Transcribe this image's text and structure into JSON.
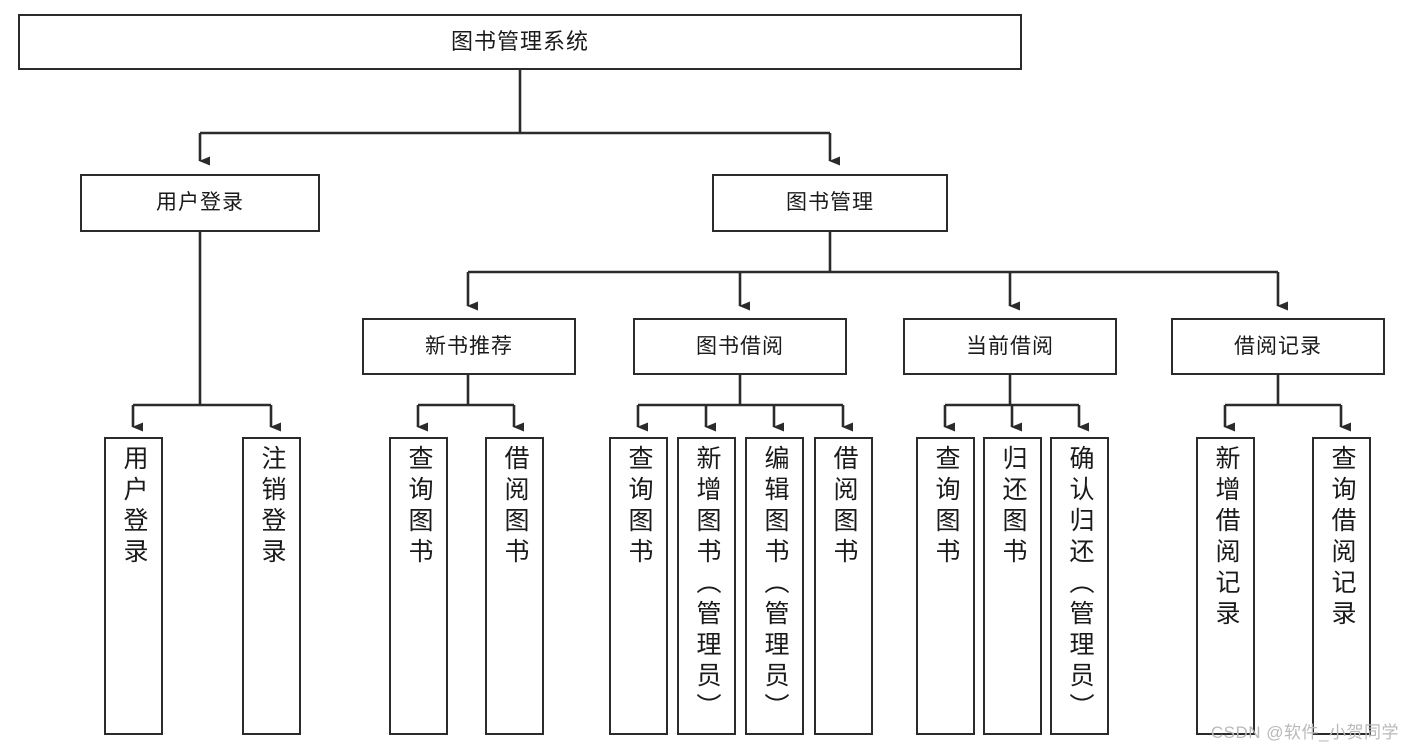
{
  "diagram": {
    "type": "tree-hierarchy-chart",
    "title": "图书管理系统",
    "root": {
      "id": "root",
      "label": "图书管理系统"
    },
    "level2": [
      {
        "id": "user-login",
        "label": "用户登录"
      },
      {
        "id": "book-manage",
        "label": "图书管理"
      }
    ],
    "level3": [
      {
        "id": "new-book-recommend",
        "label": "新书推荐"
      },
      {
        "id": "book-borrow",
        "label": "图书借阅"
      },
      {
        "id": "current-borrow",
        "label": "当前借阅"
      },
      {
        "id": "borrow-record",
        "label": "借阅记录"
      }
    ],
    "leaves": {
      "user_login": [
        {
          "id": "leaf-user-login",
          "label": "用户登录"
        },
        {
          "id": "leaf-logout-login",
          "label": "注销登录"
        }
      ],
      "new_book_recommend": [
        {
          "id": "leaf-query-book-1",
          "label": "查询图书"
        },
        {
          "id": "leaf-borrow-book-1",
          "label": "借阅图书"
        }
      ],
      "book_borrow": [
        {
          "id": "leaf-query-book-2",
          "label": "查询图书"
        },
        {
          "id": "leaf-add-book",
          "label": "新增图书（管理员）"
        },
        {
          "id": "leaf-edit-book",
          "label": "编辑图书（管理员）"
        },
        {
          "id": "leaf-borrow-book-2",
          "label": "借阅图书"
        }
      ],
      "current_borrow": [
        {
          "id": "leaf-query-book-3",
          "label": "查询图书"
        },
        {
          "id": "leaf-return-book",
          "label": "归还图书"
        },
        {
          "id": "leaf-confirm-return",
          "label": "确认归还（管理员）"
        }
      ],
      "borrow_record": [
        {
          "id": "leaf-add-record",
          "label": "新增借阅记录"
        },
        {
          "id": "leaf-query-record",
          "label": "查询借阅记录"
        }
      ]
    },
    "colors": {
      "box_border": "#2b2b2b",
      "box_fill": "#ffffff",
      "line": "#2b2b2b",
      "text": "#1a1a1a",
      "watermark": "#b9b9b9",
      "background": "#ffffff"
    }
  },
  "watermark": {
    "text": "CSDN @软件_小贺同学"
  }
}
